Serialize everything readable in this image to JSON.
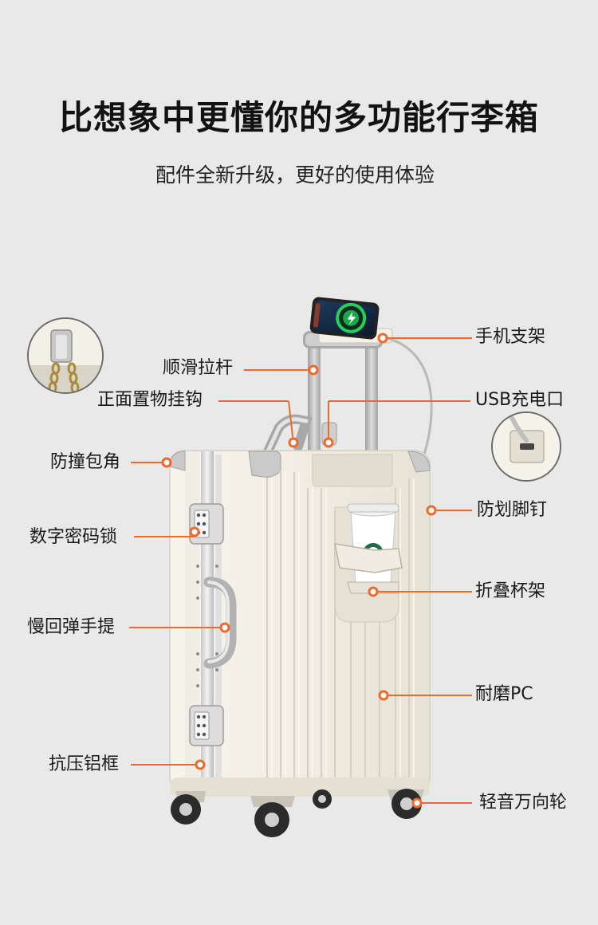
{
  "title": "比想象中更懂你的多功能行李箱",
  "subtitle": "配件全新升级，更好的使用体验",
  "colors": {
    "accent": "#ee6a2b",
    "background": "#e9e9e9",
    "shell": "#f4f1e8"
  },
  "features": {
    "phone_holder": "手机支架",
    "smooth_handle": "顺滑拉杆",
    "front_hook": "正面置物挂钩",
    "usb_port": "USB充电口",
    "corner_guard": "防撞包角",
    "scratch_studs": "防划脚钉",
    "tsa_lock": "数字密码锁",
    "cup_holder": "折叠杯架",
    "rebound_handle": "慢回弹手提",
    "pc_shell": "耐磨PC",
    "alu_frame": "抗压铝框",
    "silent_wheels": "轻音万向轮"
  }
}
